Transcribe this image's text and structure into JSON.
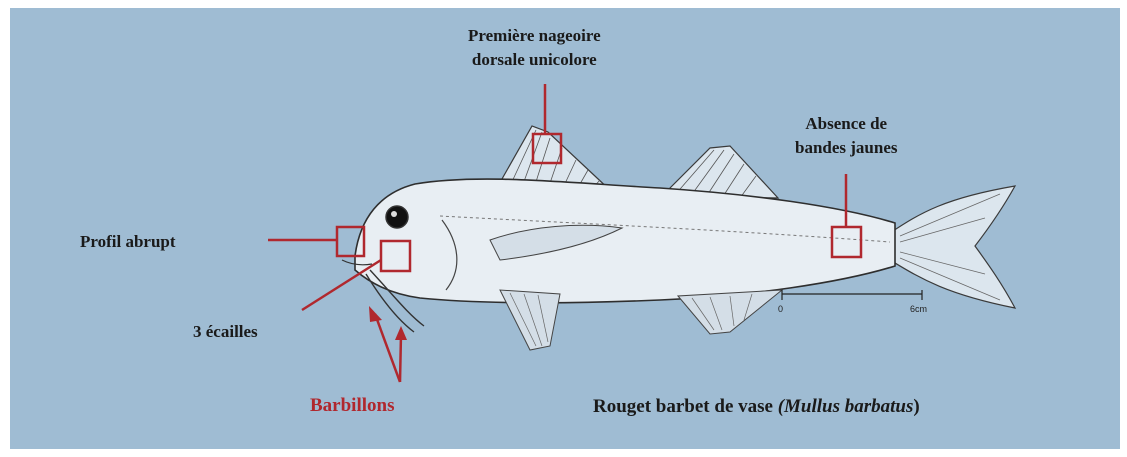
{
  "labels": {
    "dorsal_line1": "Première nageoire",
    "dorsal_line2": "dorsale unicolore",
    "bands_line1": "Absence de",
    "bands_line2": "bandes jaunes",
    "profile": "Profil abrupt",
    "scales": "3 écailles",
    "barbels": "Barbillons"
  },
  "caption": {
    "text": "Rouget barbet de vase ",
    "species": "(Mullus barbatus",
    "close": ")"
  },
  "scale_bar": {
    "start": "0",
    "end": "6cm"
  },
  "colors": {
    "background": "#9fbcd3",
    "annotation_red": "#b0282e",
    "text": "#1a1a1a"
  }
}
